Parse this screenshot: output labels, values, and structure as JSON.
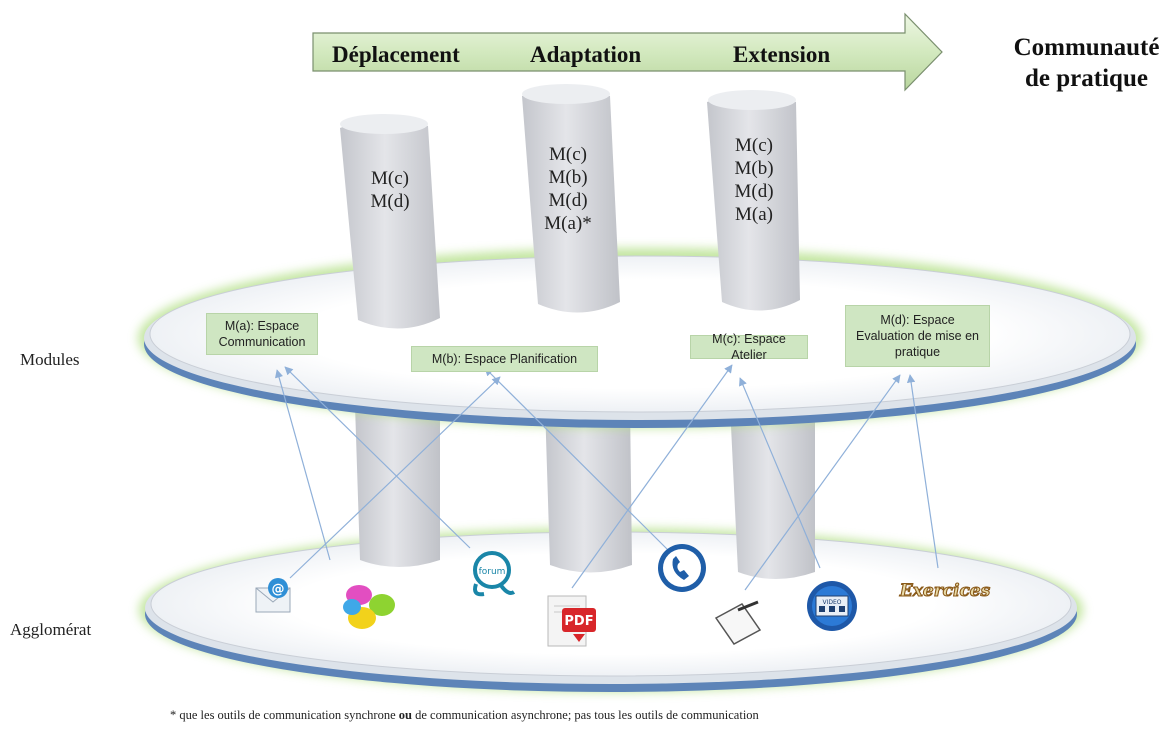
{
  "arrow": {
    "phases": [
      "Déplacement",
      "Adaptation",
      "Extension"
    ]
  },
  "title": {
    "line1": "Communauté",
    "line2": "de pratique"
  },
  "cylinders": [
    {
      "lines": [
        "M(c)",
        "M(d)"
      ]
    },
    {
      "lines": [
        "M(c)",
        "M(b)",
        "M(d)",
        "M(a)*"
      ]
    },
    {
      "lines": [
        "M(c)",
        "M(b)",
        "M(d)",
        "M(a)"
      ]
    }
  ],
  "levels": {
    "modules": "Modules",
    "agglomerat": "Agglomérat"
  },
  "modules": [
    {
      "line1": "M(a): Espace",
      "line2": "Communication"
    },
    {
      "line1": "M(b): Espace Planification"
    },
    {
      "line1": "M(c): Espace Atelier"
    },
    {
      "line1": "M(d): Espace",
      "line2": "Evaluation de mise en",
      "line3": "pratique"
    }
  ],
  "tools": {
    "forum_label": "forum",
    "pdf_label": "PDF",
    "video_label": "VIDEO",
    "exercices_label": "Exercices",
    "email_symbol": "@",
    "icons": [
      "email-icon",
      "chat-bubbles-icon",
      "forum-icon",
      "pdf-icon",
      "phone-icon",
      "notepad-icon",
      "video-icon",
      "exercices-icon"
    ]
  },
  "footnote": {
    "part1": "* que les outils de communication synchrone ",
    "bold": "ou",
    "part2": " de communication asynchrone; pas tous les outils de communication"
  },
  "colors": {
    "arrow_fill": "#d9ecc8",
    "disc_glow": "#b5e08a",
    "disc_rim": "#6a8fc0",
    "module_box": "#cfe6c2",
    "cylinder": "#d0d2d8",
    "link_arrow": "#8fb0d9"
  }
}
